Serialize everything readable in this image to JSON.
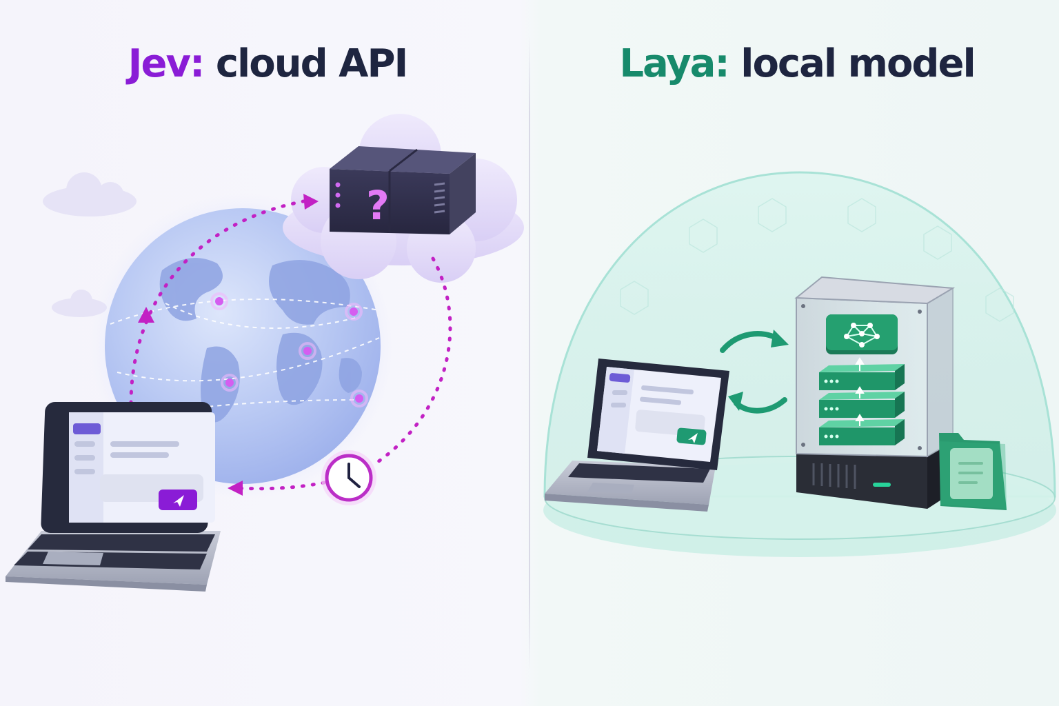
{
  "left_panel": {
    "name": "Jev:",
    "label": "cloud API",
    "accent_color": "#8a1cd6"
  },
  "right_panel": {
    "name": "Laya:",
    "label": "local model",
    "accent_color": "#178a6b"
  },
  "icons": {
    "remote_server": "question-mark",
    "latency": "clock-icon",
    "send_left": "send-arrow-icon",
    "send_right": "send-arrow-icon",
    "model": "neural-network-icon",
    "document": "folder-document-icon"
  }
}
